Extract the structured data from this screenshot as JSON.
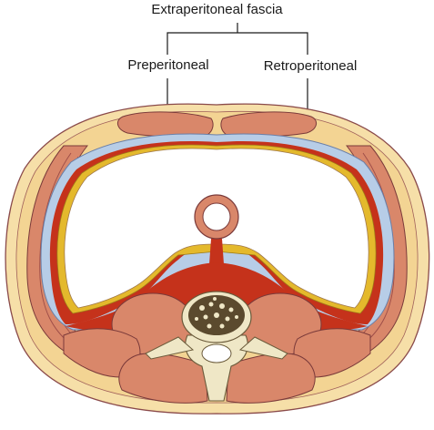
{
  "labels": {
    "top": "Extraperitoneal fascia",
    "left": "Preperitoneal",
    "right": "Retroperitoneal"
  },
  "colors": {
    "skin": "#f6dfa8",
    "muscle": "#d9876a",
    "fascia": "#b7cde7",
    "fat": "#c5321b",
    "peritoneum": "#e4b92c",
    "bone": "#efe7c6",
    "outline": "#7a3a3a"
  }
}
